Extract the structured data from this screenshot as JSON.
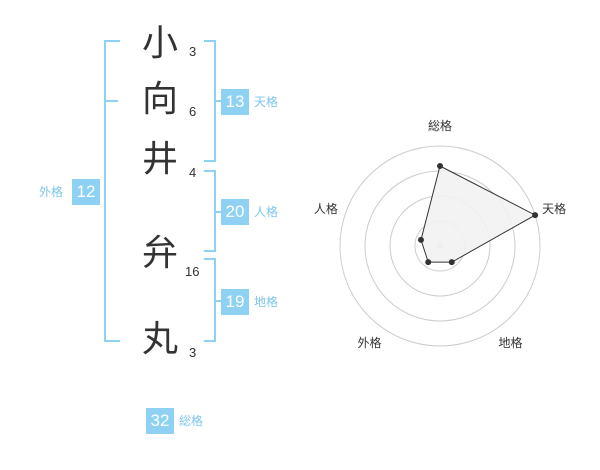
{
  "name": {
    "characters": [
      {
        "char": "小",
        "strokes": "3"
      },
      {
        "char": "向",
        "strokes": "6"
      },
      {
        "char": "井",
        "strokes": "4"
      },
      {
        "char": "弁",
        "strokes": "16"
      },
      {
        "char": "丸",
        "strokes": "3"
      }
    ]
  },
  "fortune": {
    "tenkaku": {
      "value": "13",
      "label": "天格"
    },
    "jinkaku": {
      "value": "20",
      "label": "人格"
    },
    "chikaku": {
      "value": "19",
      "label": "地格"
    },
    "gaikaku": {
      "value": "12",
      "label": "外格"
    },
    "soukaku": {
      "value": "32",
      "label": "総格"
    }
  },
  "colors": {
    "accent": "#8fd1f2",
    "label": "#7cc6ec",
    "text": "#333333",
    "radar_fill": "#f2f2f2",
    "radar_ring": "#cccccc"
  },
  "chart_data": {
    "type": "radar",
    "axes": [
      "総格",
      "天格",
      "地格",
      "外格",
      "人格"
    ],
    "values": [
      4,
      5,
      1,
      1,
      1
    ],
    "max": 5,
    "rings": 4
  }
}
